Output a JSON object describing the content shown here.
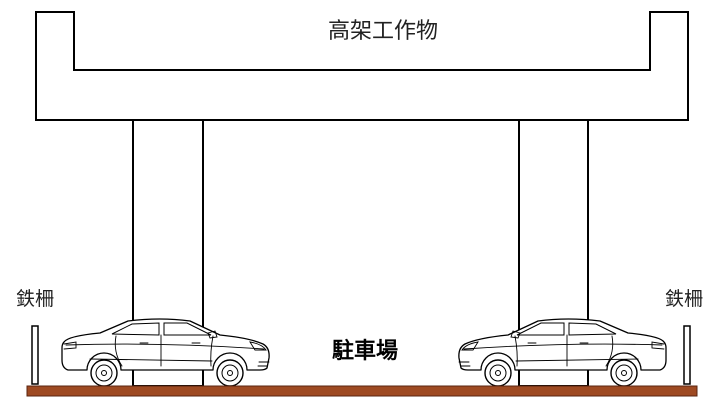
{
  "structure": {
    "label": "高架工作物"
  },
  "fences": {
    "left_label": "鉄柵",
    "right_label": "鉄柵"
  },
  "parking": {
    "label": "駐車場"
  },
  "colors": {
    "ground": "#9E4A22",
    "ground_edge": "#5A2410",
    "line": "#000000"
  }
}
